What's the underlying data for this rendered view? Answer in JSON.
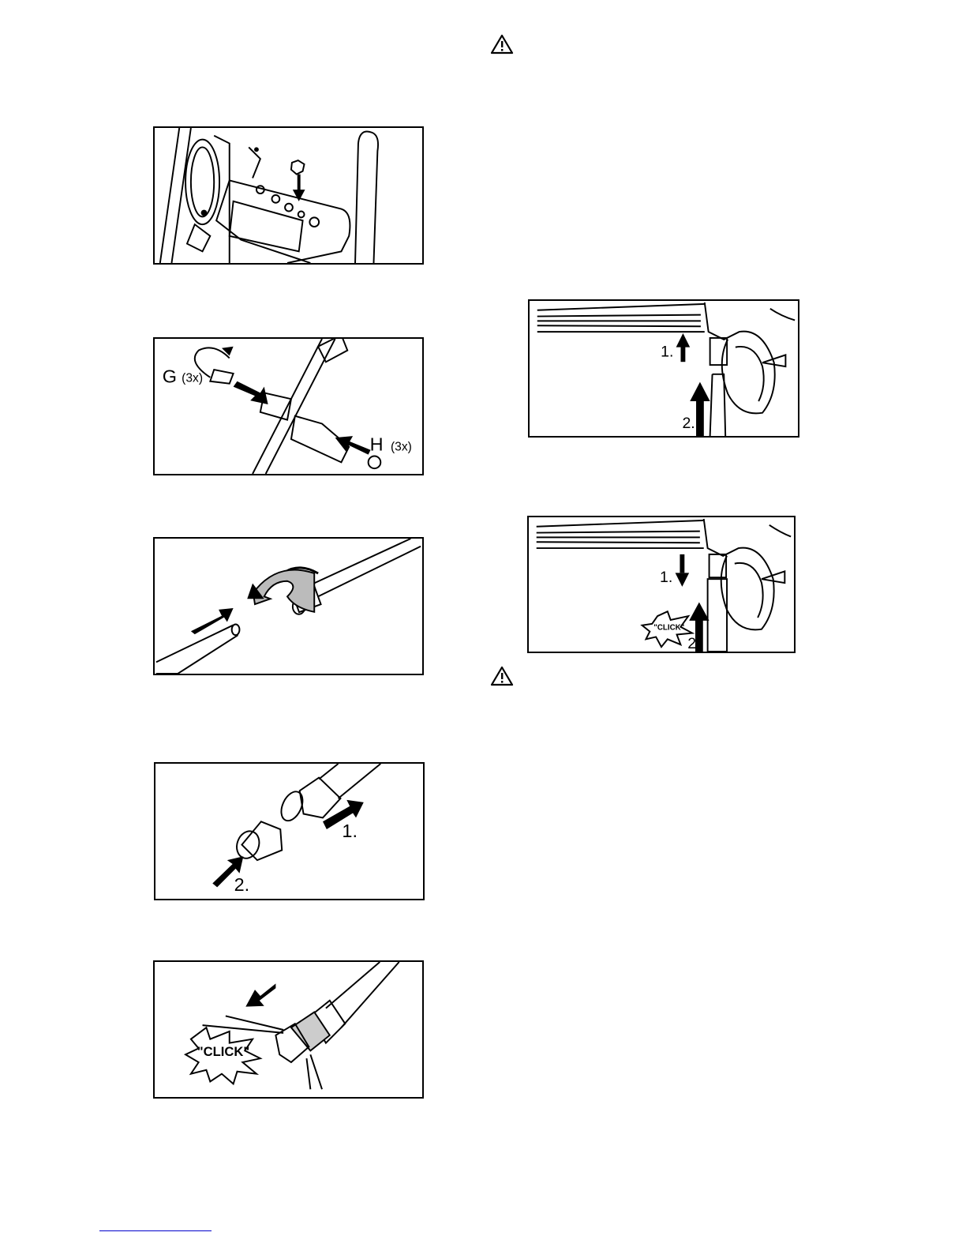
{
  "figures": {
    "fig2": {
      "g_letter": "G",
      "g_count": "(3x)",
      "h_letter": "H",
      "h_count": "(3x)"
    },
    "fig4": {
      "step1": "1.",
      "step2": "2."
    },
    "fig5": {
      "click": "\"CLICK\""
    },
    "fig6": {
      "step1": "1.",
      "step2": "2."
    },
    "fig7": {
      "step1": "1.",
      "step2": "2.",
      "click": "\"CLICK\""
    }
  },
  "icons": {
    "warning": "warning-triangle-icon"
  }
}
